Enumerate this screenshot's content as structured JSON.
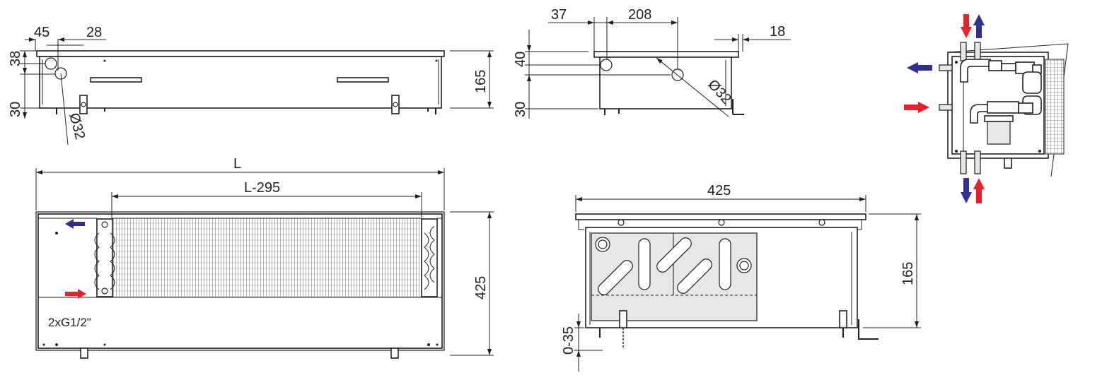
{
  "dimensions": {
    "top_left": {
      "d45": "45",
      "d28": "28",
      "d38": "38",
      "d30": "30",
      "d165": "165",
      "dia": "Ø32"
    },
    "top_mid": {
      "d37": "37",
      "d208": "208",
      "d18": "18",
      "d40": "40",
      "d30": "30",
      "dia": "Ø32"
    },
    "plan": {
      "length": "L",
      "coil_length": "L-295",
      "width": "425",
      "connection": "2xG1/2\""
    },
    "section": {
      "width": "425",
      "height": "165",
      "adjust": "0-35"
    }
  },
  "colors": {
    "supply": "#e62129",
    "return": "#2e3192",
    "line": "#231f20",
    "fill": "#e6e7e8"
  }
}
